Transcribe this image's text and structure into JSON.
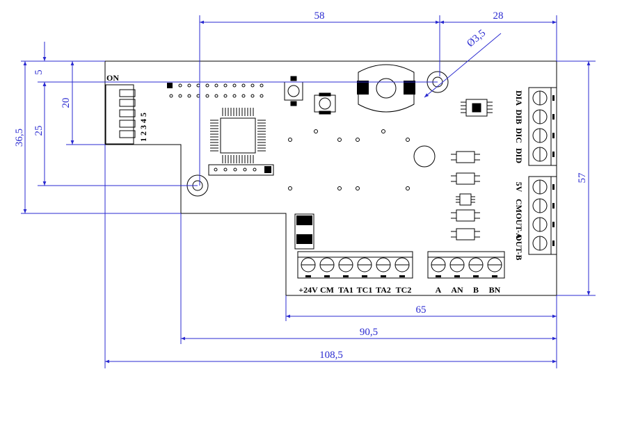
{
  "dimensions": {
    "d58": "58",
    "d28": "28",
    "dhole": "Ø3,5",
    "d5": "5",
    "d20": "20",
    "d25": "25",
    "d36": "36,5",
    "d57": "57",
    "d65": "65",
    "d90": "90,5",
    "d108": "108,5"
  },
  "dip": {
    "on_label": "ON",
    "numbers": "1 2 3 4 5"
  },
  "terminals_bottom_left": [
    "+24V",
    "CM",
    "TA1",
    "TC1",
    "TA2",
    "TC2"
  ],
  "terminals_bottom_right": [
    "A",
    "AN",
    "B",
    "BN"
  ],
  "terminals_right_top": [
    "DIA",
    "DIB",
    "DIC",
    "DID"
  ],
  "terminals_right_bottom": [
    "5V",
    "CM",
    "OUT-A",
    "OUT-B"
  ]
}
